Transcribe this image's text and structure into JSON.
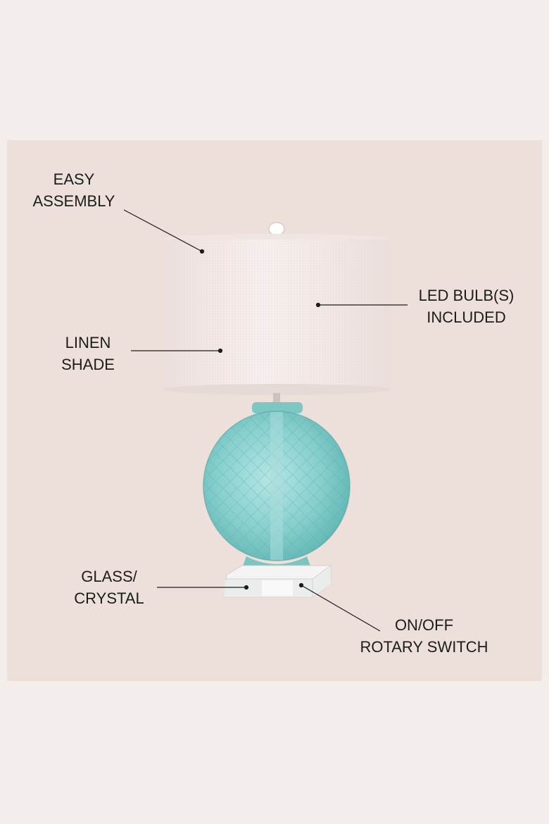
{
  "page": {
    "background": "#f3eeec",
    "panel_color": "#ede0da"
  },
  "product": {
    "shade_color": "#f4ecec",
    "glass_color": "#8ed2d2",
    "base_color": "#f2f2f2"
  },
  "callouts": {
    "easy_assembly": {
      "line1": "EASY",
      "line2": "ASSEMBLY"
    },
    "led_bulbs": {
      "line1": "LED BULB(S)",
      "line2": "INCLUDED"
    },
    "linen_shade": {
      "line1": "LINEN",
      "line2": "SHADE"
    },
    "glass_crystal": {
      "line1": "GLASS/",
      "line2": "CRYSTAL"
    },
    "rotary_switch": {
      "line1": "ON/OFF",
      "line2": "ROTARY SWITCH"
    }
  }
}
